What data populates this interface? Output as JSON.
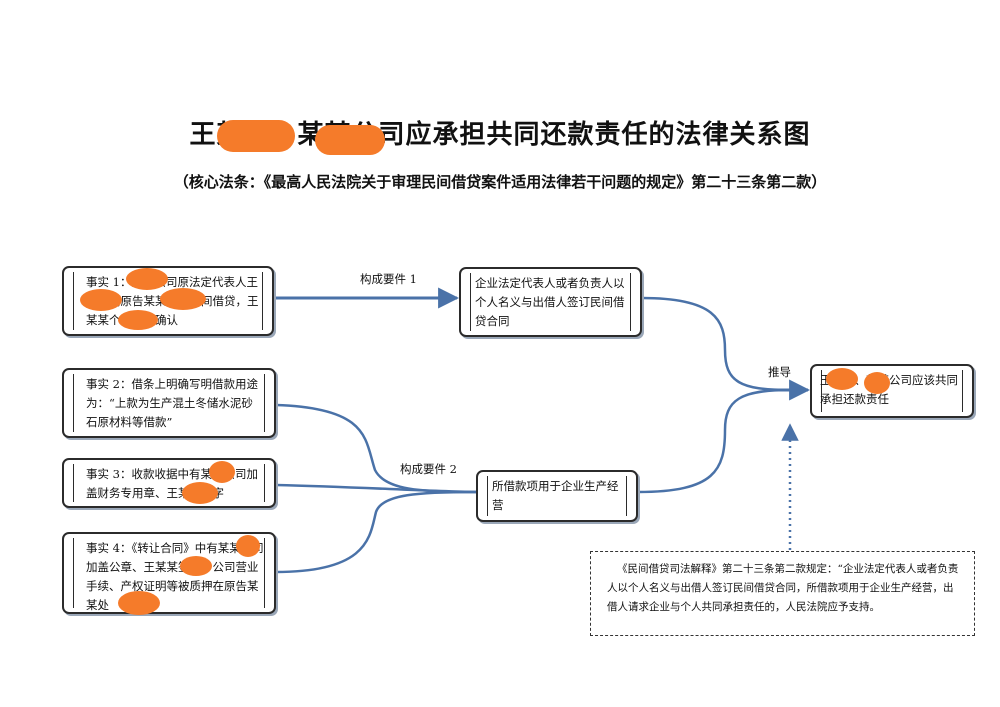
{
  "title": "王某某、某某公司应承担共同还款责任的法律关系图",
  "subtitle": "（核心法条：《最高人民法院关于审理民间借贷案件适用法律若干问题的规定》第二十三条第二款）",
  "facts": [
    {
      "text": "事实 1：某某公司原法定代表人王某某向原告某某进行民间借贷，王某某个人签字确认"
    },
    {
      "text": "事实 2：借条上明确写明借款用途为：“上款为生产混土冬储水泥砂石原材料等借款”"
    },
    {
      "text": "事实 3：收款收据中有某某公司加盖财务专用章、王某某签字"
    },
    {
      "text": "事实 4：《转让合同》中有某某公司加盖公章、王某某签字；公司营业手续、产权证明等被质押在原告某某处"
    }
  ],
  "elements": [
    {
      "label": "构成要件 1",
      "text": "企业法定代表人或者负责人以个人名义与出借人签订民间借贷合同"
    },
    {
      "label": "构成要件 2",
      "text": "所借款项用于企业生产经营"
    }
  ],
  "inference": {
    "label": "推导",
    "text": "王某某、某某公司应该共同承担还款责任"
  },
  "note": "《民间借贷司法解释》第二十三条第二款规定：“企业法定代表人或者负责人以个人名义与出借人签订民间借贷合同，所借款项用于企业生产经营，出借人请求企业与个人共同承担责任的，人民法院应予支持。"
}
